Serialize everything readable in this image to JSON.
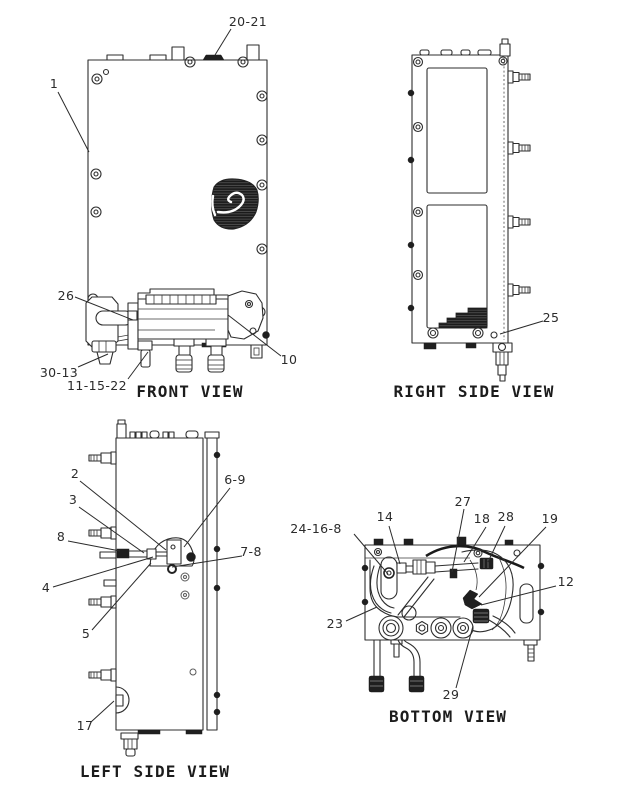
{
  "figure": {
    "background_color": "#ffffff",
    "line_color": "#2e2e2e",
    "dark_fill_color": "#1f1f1f"
  },
  "views": {
    "front": {
      "title": "FRONT VIEW",
      "callouts": [
        {
          "label": "1"
        },
        {
          "label": "20-21"
        },
        {
          "label": "26"
        },
        {
          "label": "30-13"
        },
        {
          "label": "11-15-22"
        },
        {
          "label": "10"
        }
      ]
    },
    "right_side": {
      "title": "RIGHT SIDE VIEW",
      "callouts": [
        {
          "label": "25"
        }
      ]
    },
    "left_side": {
      "title": "LEFT SIDE VIEW",
      "callouts": [
        {
          "label": "2"
        },
        {
          "label": "3"
        },
        {
          "label": "8"
        },
        {
          "label": "4"
        },
        {
          "label": "5"
        },
        {
          "label": "17"
        },
        {
          "label": "6-9"
        },
        {
          "label": "7-8"
        }
      ]
    },
    "bottom": {
      "title": "BOTTOM VIEW",
      "callouts": [
        {
          "label": "24-16-8"
        },
        {
          "label": "14"
        },
        {
          "label": "27"
        },
        {
          "label": "18"
        },
        {
          "label": "28"
        },
        {
          "label": "19"
        },
        {
          "label": "23"
        },
        {
          "label": "12"
        },
        {
          "label": "29"
        }
      ]
    }
  }
}
